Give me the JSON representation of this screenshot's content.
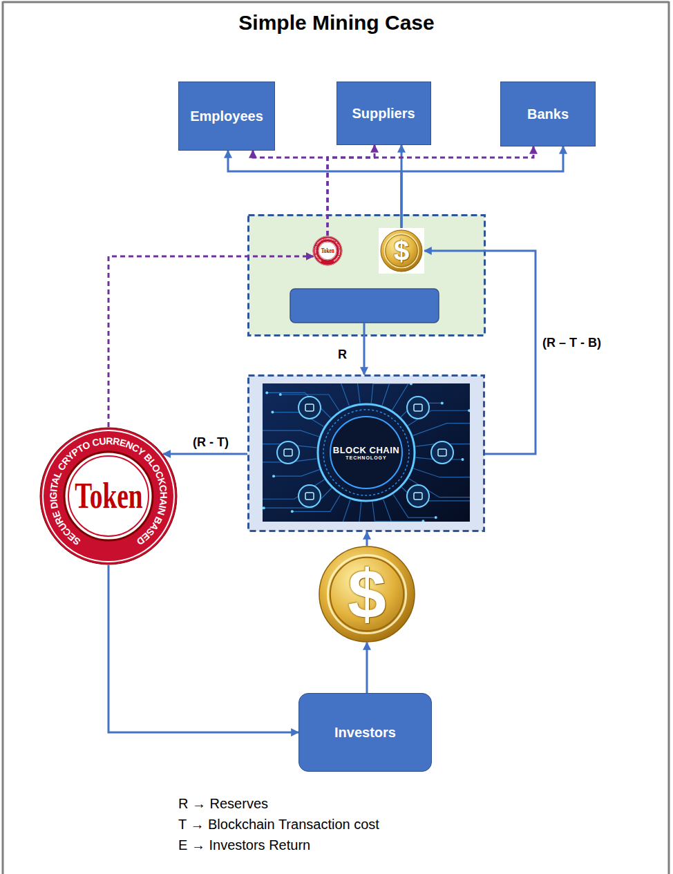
{
  "diagram": {
    "title": "Simple Mining Case",
    "nodes": [
      {
        "text": [
          "Employees"
        ]
      },
      {
        "text": [
          "Suppliers"
        ]
      },
      {
        "text": [
          "Banks"
        ]
      },
      {
        "text": []
      },
      {
        "text": [
          "Token",
          "SECURE DIGITAL CRYPTO CURRENCY BLOCKCHAIN BASED"
        ],
        "in": 3
      },
      {
        "text": [
          "$"
        ],
        "in": 3
      },
      {
        "text": [
          "BLOCK CHAIN",
          "TECHNOLOGY"
        ]
      },
      {
        "text": [
          "Token",
          "SECURE DIGITAL CRYPTO CURRENCY BLOCKCHAIN BASED"
        ]
      },
      {
        "text": [
          "$"
        ]
      },
      {
        "text": [
          "Investors"
        ]
      }
    ],
    "edges": [
      {
        "from": 5,
        "to": 0,
        "arrow": "to"
      },
      {
        "from": 5,
        "to": 1,
        "arrow": "to"
      },
      {
        "from": 5,
        "to": 2,
        "arrow": "to"
      },
      {
        "from": 4,
        "to": 0,
        "arrow": "to"
      },
      {
        "from": 4,
        "to": 1,
        "arrow": "to"
      },
      {
        "from": 4,
        "to": 2,
        "arrow": "to"
      },
      {
        "from": 3,
        "to": 6,
        "label": "R",
        "arrow": "to"
      },
      {
        "from": 6,
        "to": 7,
        "label": "(R - T)",
        "arrow": "to"
      },
      {
        "from": 6,
        "to": 5,
        "label": "(R – T - B)",
        "arrow": "to"
      },
      {
        "from": 7,
        "to": 4,
        "arrow": "to"
      },
      {
        "from": 7,
        "to": 9,
        "arrow": "to"
      },
      {
        "from": 9,
        "to": 8,
        "arrow": "to"
      },
      {
        "from": 8,
        "to": 6,
        "arrow": "to"
      }
    ],
    "labels": [
      "R → Reserves",
      "T → Blockchain Transaction cost",
      "E → Investors Return"
    ]
  }
}
